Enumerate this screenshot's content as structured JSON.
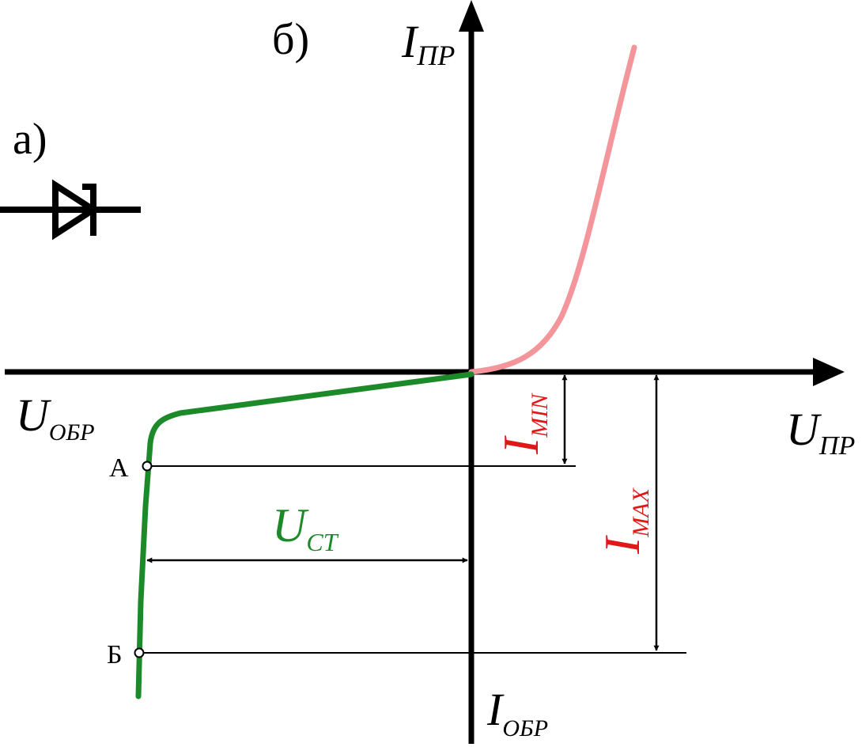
{
  "labels": {
    "part_a": "а)",
    "part_b": "б)",
    "axis_y_pos_main": "I",
    "axis_y_pos_sub": "ПР",
    "axis_y_neg_main": "I",
    "axis_y_neg_sub": "ОБР",
    "axis_x_pos_main": "U",
    "axis_x_pos_sub": "ПР",
    "axis_x_neg_main": "U",
    "axis_x_neg_sub": "ОБР",
    "point_a": "А",
    "point_b": "Б",
    "u_st_main": "U",
    "u_st_sub": "СТ",
    "i_min_main": "I",
    "i_min_sub": "MIN",
    "i_max_main": "I",
    "i_max_sub": "MAX"
  },
  "colors": {
    "axes": "#000000",
    "forward_curve": "#f4959b",
    "reverse_curve": "#1d8a2a",
    "u_st_label": "#1d8a2a",
    "current_limit_labels": "#e01818"
  },
  "symbol": {
    "type": "zener-diode-icon"
  }
}
